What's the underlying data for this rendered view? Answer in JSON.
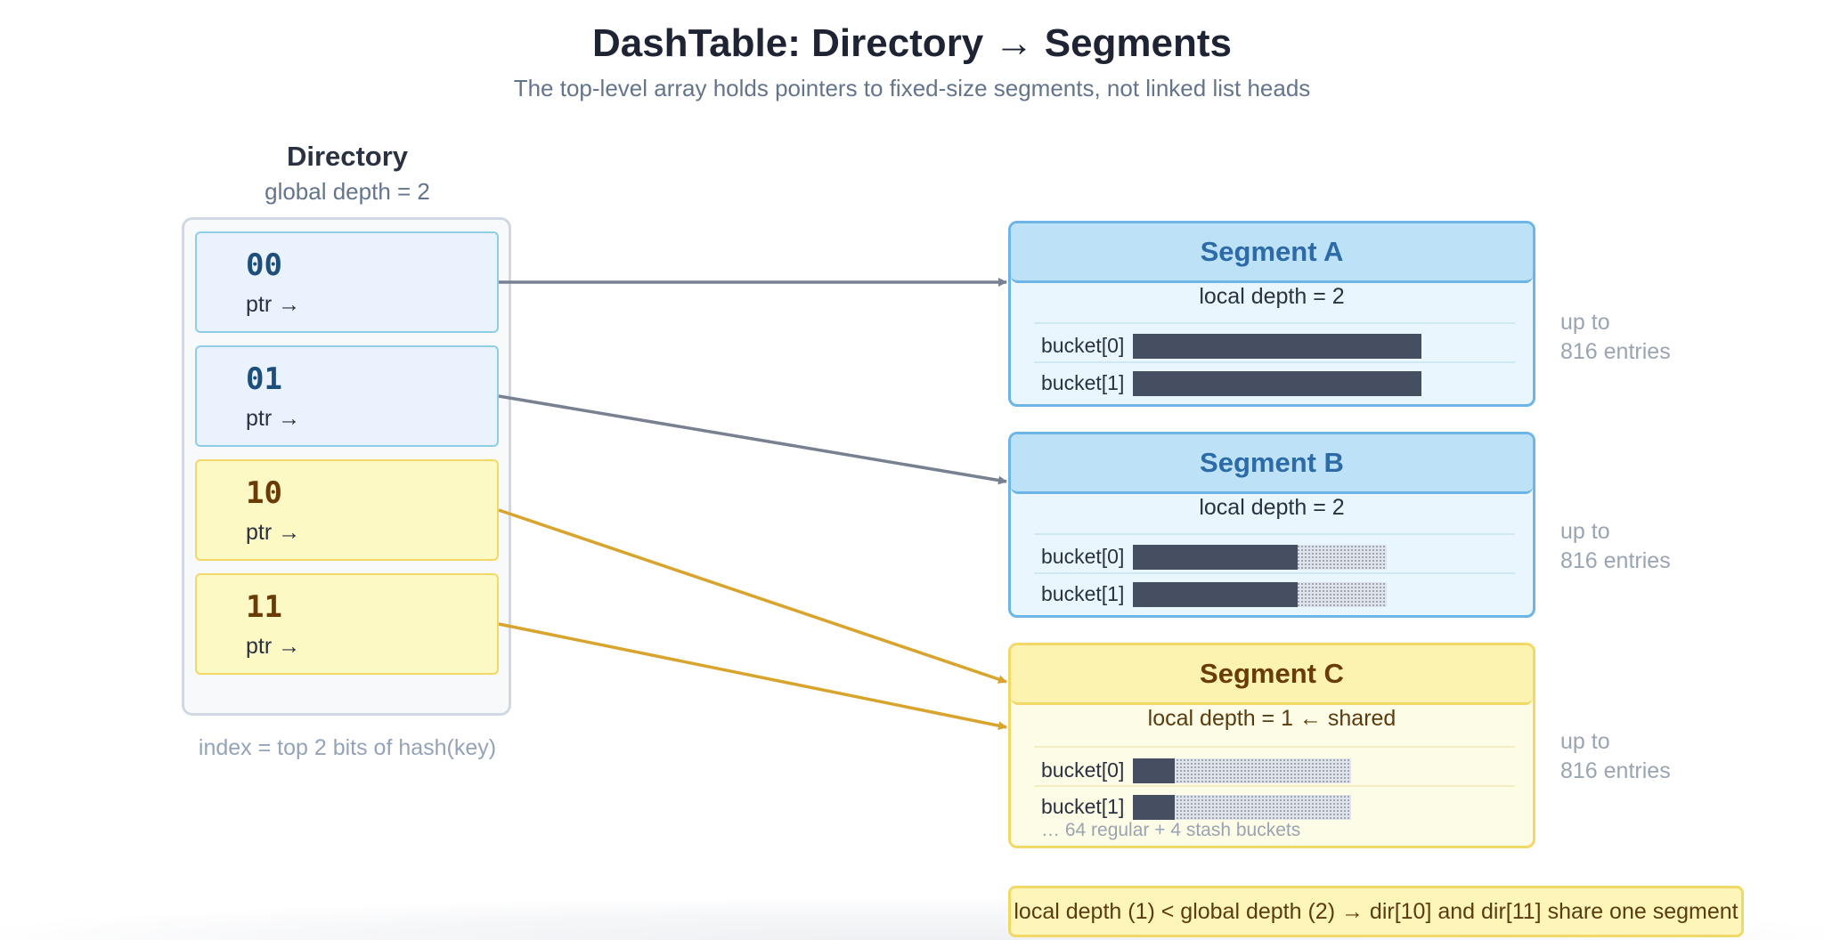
{
  "title": "DashTable: Directory → Segments",
  "subtitle": "The top-level array holds pointers to fixed-size segments, not linked list heads",
  "directory": {
    "title": "Directory",
    "depth_label": "global depth = 2",
    "caption": "index = top 2 bits of hash(key)",
    "cells": [
      {
        "index": "00",
        "ptr": "ptr →"
      },
      {
        "index": "01",
        "ptr": "ptr →"
      },
      {
        "index": "10",
        "ptr": "ptr →"
      },
      {
        "index": "11",
        "ptr": "ptr →"
      }
    ]
  },
  "segments": [
    {
      "name": "Segment A",
      "depth_label": "local depth = 2",
      "side_line1": "up to",
      "side_line2": "816 entries",
      "buckets": [
        {
          "label": "bucket[0]",
          "fill": 1.0
        },
        {
          "label": "bucket[1]",
          "fill": 1.0
        }
      ]
    },
    {
      "name": "Segment B",
      "depth_label": "local depth = 2",
      "side_line1": "up to",
      "side_line2": "816 entries",
      "buckets": [
        {
          "label": "bucket[0]",
          "fill": 0.65
        },
        {
          "label": "bucket[1]",
          "fill": 0.65
        }
      ]
    },
    {
      "name": "Segment C",
      "depth_label": "local depth = 1 ← shared",
      "side_line1": "up to",
      "side_line2": "816 entries",
      "note": "… 64 regular + 4 stash buckets",
      "buckets": [
        {
          "label": "bucket[0]",
          "fill": 0.19
        },
        {
          "label": "bucket[1]",
          "fill": 0.19
        }
      ]
    }
  ],
  "callout": "local depth (1) < global depth (2) → dir[10] and dir[11] share one segment",
  "colors": {
    "pointer_arrow": "#778192",
    "shared_arrow": "#d9a42e",
    "segment_border": "#6cb5e6",
    "shared_border": "#f2d866",
    "bar_fill": "#454f61"
  }
}
